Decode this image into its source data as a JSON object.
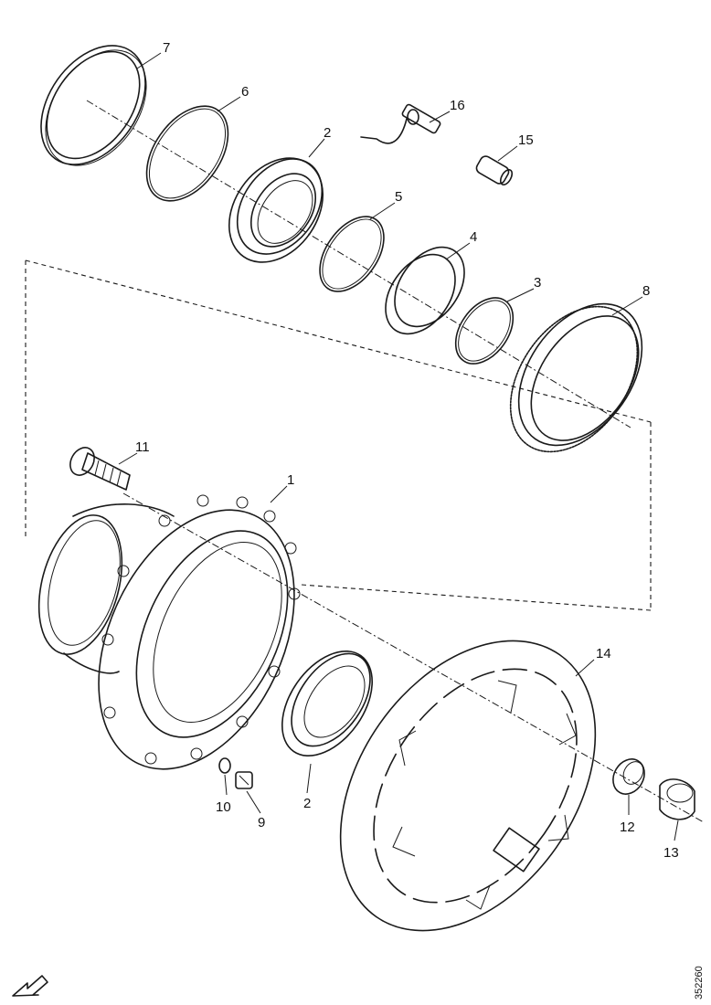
{
  "diagram": {
    "callouts": {
      "c1": "1",
      "c2a": "2",
      "c2b": "2",
      "c3": "3",
      "c4": "4",
      "c5": "5",
      "c6": "6",
      "c7": "7",
      "c8": "8",
      "c9": "9",
      "c10": "10",
      "c11": "11",
      "c12": "12",
      "c13": "13",
      "c14": "14",
      "c15": "15",
      "c16": "16"
    },
    "reference_number": "352260",
    "icons": [
      "front-direction-arrow-icon"
    ]
  }
}
